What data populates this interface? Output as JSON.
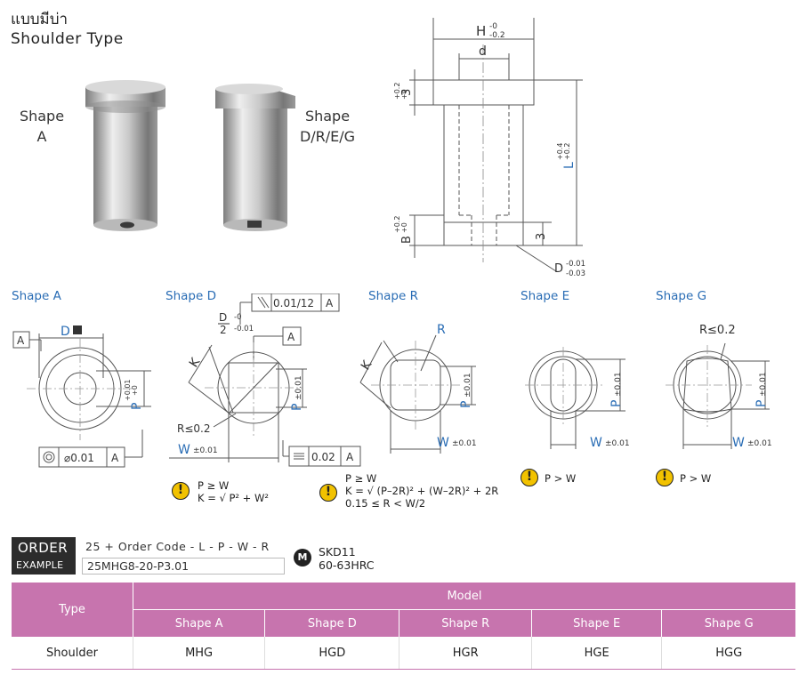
{
  "title": {
    "thai": "แบบมีบ่า",
    "english": "Shoulder Type"
  },
  "photos": {
    "left_label_1": "Shape",
    "left_label_2": "A",
    "right_label_1": "Shape",
    "right_label_2": "D/R/E/G"
  },
  "drawing": {
    "h_label": "H",
    "h_tol_upper": "-0",
    "h_tol_lower": "-0.2",
    "d_label": "d",
    "three_label": "3",
    "three_tol_upper": "+0.2",
    "three_tol_lower": "+0",
    "l_label": "L",
    "l_tol_upper": "+0.4",
    "l_tol_lower": "+0.2",
    "b_label": "B",
    "b_tol_upper": "+0.2",
    "b_tol_lower": "+0",
    "three_side": "3",
    "D_label": "D",
    "D_tol_upper": "-0.01",
    "D_tol_lower": "-0.03"
  },
  "shapes": {
    "a": {
      "title": "Shape A",
      "datum": "A",
      "dim_d": "D",
      "p_label": "P",
      "p_tol_upper": "+0.01",
      "p_tol_lower": "+0",
      "concentricity": "⌀0.01",
      "ref": "A"
    },
    "d": {
      "title": "Shape D",
      "parallel": "0.01/12",
      "ref": "A",
      "frac_num": "D",
      "frac_tol_upper": "-0",
      "frac_den": "2",
      "frac_tol_lower": "-0.01",
      "datum": "A",
      "k_label": "K",
      "p_label": "P",
      "p_tol": "±0.01",
      "r_label": "R≤0.2",
      "w_label": "W",
      "w_tol": "±0.01",
      "symmetry": "0.02",
      "sym_ref": "A"
    },
    "r": {
      "title": "Shape R",
      "r_label": "R",
      "k_label": "K",
      "p_label": "P",
      "p_tol": "±0.01",
      "w_label": "W",
      "w_tol": "±0.01"
    },
    "e": {
      "title": "Shape E",
      "p_label": "P",
      "p_tol": "±0.01",
      "w_label": "W",
      "w_tol": "±0.01"
    },
    "g": {
      "title": "Shape G",
      "r_label": "R≤0.2",
      "p_label": "P",
      "p_tol": "±0.01",
      "w_label": "W",
      "w_tol": "±0.01"
    }
  },
  "notes": {
    "icon": "!",
    "d_line1": "P  ≥ W",
    "d_line2": "K = √ P² + W²",
    "r_line1": "P  ≥ W",
    "r_line2": "K = √ (P–2R)² + (W–2R)² + 2R",
    "r_line3": "0.15 ≤ R < W/2",
    "e_line1": "P > W",
    "g_line1": "P > W"
  },
  "order": {
    "label_1": "ORDER",
    "label_2": "EXAMPLE",
    "code": "25  +  Order Code  -  L  -  P  -  W  -  R",
    "example": "25MHG8-20-P3.01",
    "material_icon": "M",
    "material_1": "SKD11",
    "material_2": "60-63HRC"
  },
  "table": {
    "type_header": "Type",
    "model_header": "Model",
    "columns": [
      "Shape A",
      "Shape D",
      "Shape R",
      "Shape E",
      "Shape G"
    ],
    "rows": [
      {
        "type": "Shoulder",
        "values": [
          "MHG",
          "HGD",
          "HGR",
          "HGE",
          "HGG"
        ]
      }
    ]
  },
  "colors": {
    "accent_pink": "#c774ae",
    "section_blue": "#2a6db5",
    "warning_yellow": "#f2c200"
  }
}
